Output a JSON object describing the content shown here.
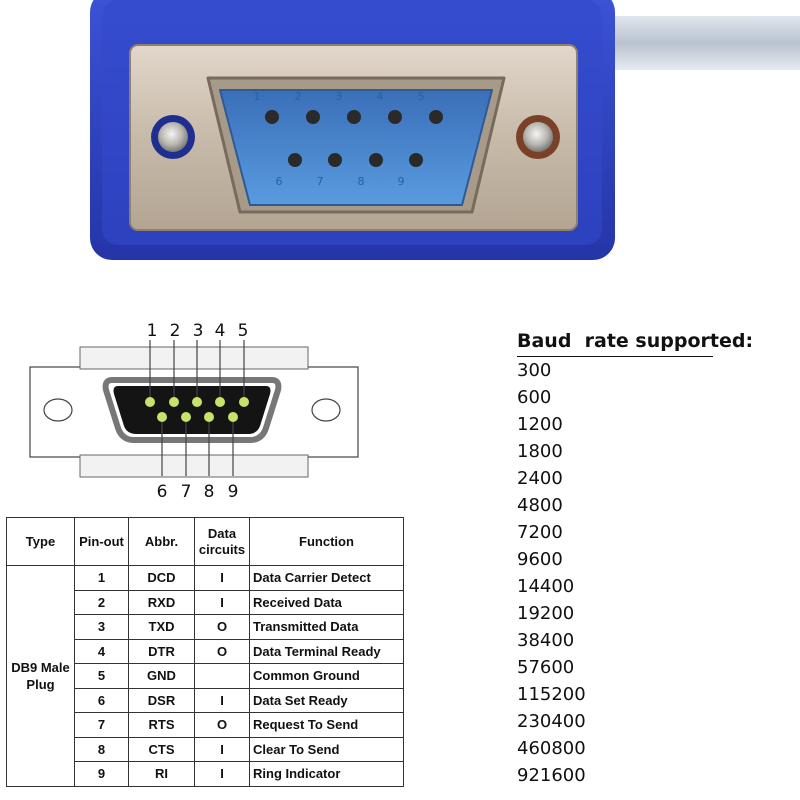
{
  "connector_photo": {
    "pin_numbers_top": [
      "1",
      "2",
      "3",
      "4",
      "5"
    ],
    "pin_numbers_bottom": [
      "6",
      "7",
      "8",
      "9"
    ]
  },
  "diagram": {
    "top_pin_labels": [
      "1",
      "2",
      "3",
      "4",
      "5"
    ],
    "bottom_pin_labels": [
      "6",
      "7",
      "8",
      "9"
    ]
  },
  "pinout_table": {
    "headers": {
      "type": "Type",
      "pinout": "Pin-out",
      "abbr": "Abbr.",
      "data_circuits_line1": "Data",
      "data_circuits_line2": "circuits",
      "function": "Function"
    },
    "type_line1": "DB9 Male",
    "type_line2": "Plug",
    "rows": [
      {
        "pin": "1",
        "abbr": "DCD",
        "circuit": "I",
        "function": "Data Carrier Detect"
      },
      {
        "pin": "2",
        "abbr": "RXD",
        "circuit": "I",
        "function": "Received Data"
      },
      {
        "pin": "3",
        "abbr": "TXD",
        "circuit": "O",
        "function": "Transmitted Data"
      },
      {
        "pin": "4",
        "abbr": "DTR",
        "circuit": "O",
        "function": "Data Terminal Ready"
      },
      {
        "pin": "5",
        "abbr": "GND",
        "circuit": "",
        "function": "Common Ground"
      },
      {
        "pin": "6",
        "abbr": "DSR",
        "circuit": "I",
        "function": "Data Set Ready"
      },
      {
        "pin": "7",
        "abbr": "RTS",
        "circuit": "O",
        "function": "Request To Send"
      },
      {
        "pin": "8",
        "abbr": "CTS",
        "circuit": "I",
        "function": "Clear To Send"
      },
      {
        "pin": "9",
        "abbr": "RI",
        "circuit": "I",
        "function": "Ring Indicator"
      }
    ]
  },
  "baud_rates": {
    "title": "Baud  rate supported:",
    "values": [
      "300",
      "600",
      "1200",
      "1800",
      "2400",
      "4800",
      "7200",
      "9600",
      "14400",
      "19200",
      "38400",
      "57600",
      "115200",
      "230400",
      "460800",
      "921600"
    ]
  },
  "colors": {
    "connector_blue": "#2f45c8",
    "shell_metal": "#cfc3b5",
    "pin_insert_blue": "#4a86d4",
    "diagram_pin_fill": "#c6e36a"
  }
}
